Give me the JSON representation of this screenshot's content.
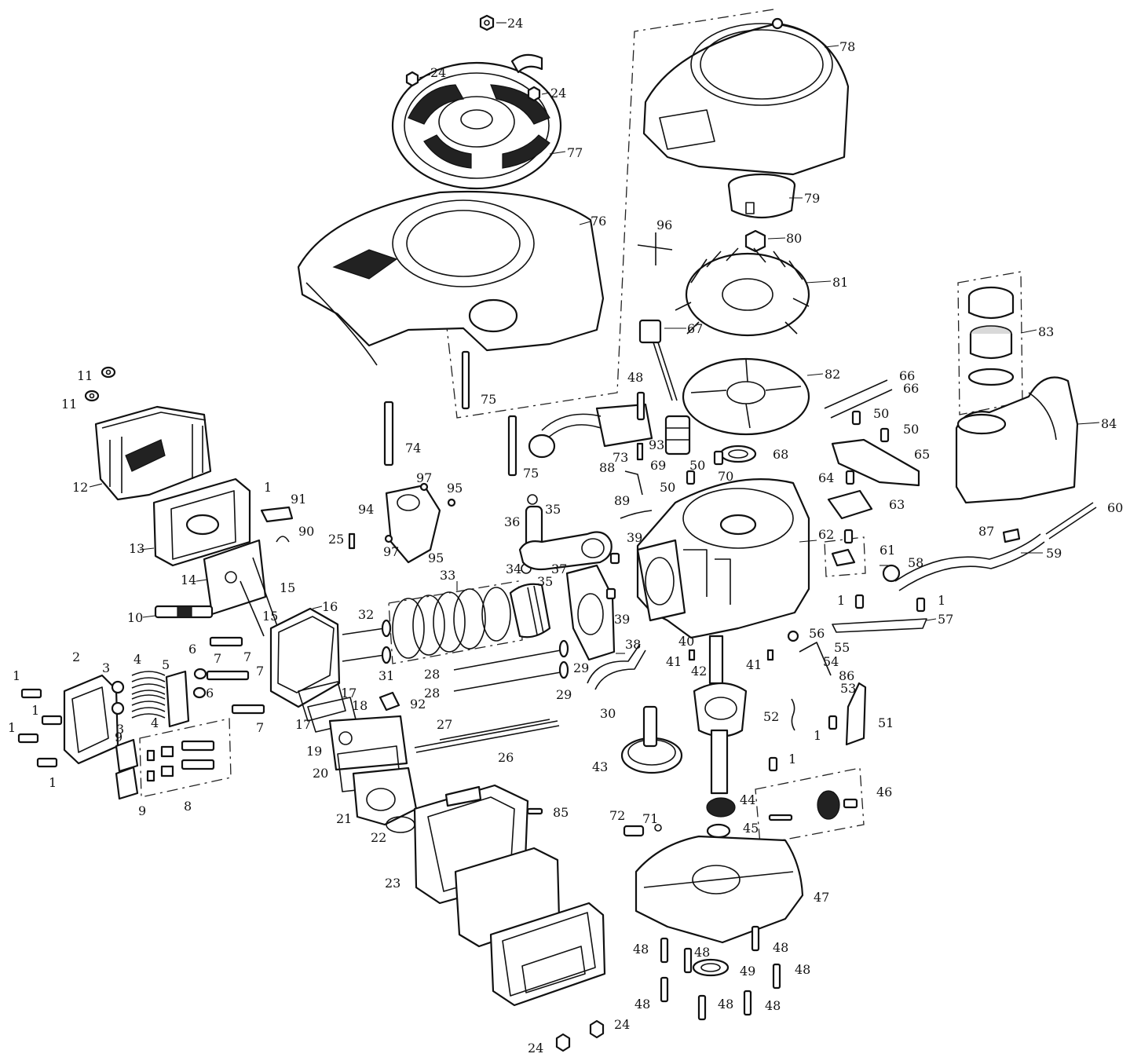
{
  "callouts": [
    {
      "id": "c24a",
      "text": "24"
    },
    {
      "id": "c24b",
      "text": "24"
    },
    {
      "id": "c24c",
      "text": "24"
    },
    {
      "id": "c78",
      "text": "78"
    },
    {
      "id": "c77",
      "text": "77"
    },
    {
      "id": "c76",
      "text": "76"
    },
    {
      "id": "c79",
      "text": "79"
    },
    {
      "id": "c96",
      "text": "96"
    },
    {
      "id": "c80",
      "text": "80"
    },
    {
      "id": "c81",
      "text": "81"
    },
    {
      "id": "c83",
      "text": "83"
    },
    {
      "id": "c67",
      "text": "67"
    },
    {
      "id": "c82",
      "text": "82"
    },
    {
      "id": "c11a",
      "text": "11"
    },
    {
      "id": "c11b",
      "text": "11"
    },
    {
      "id": "c48a",
      "text": "48"
    },
    {
      "id": "c66a",
      "text": "66"
    },
    {
      "id": "c66b",
      "text": "66"
    },
    {
      "id": "c75a",
      "text": "75"
    },
    {
      "id": "c84",
      "text": "84"
    },
    {
      "id": "c50a",
      "text": "50"
    },
    {
      "id": "c50b",
      "text": "50"
    },
    {
      "id": "c74",
      "text": "74"
    },
    {
      "id": "c12",
      "text": "12"
    },
    {
      "id": "c93",
      "text": "93"
    },
    {
      "id": "c73",
      "text": "73"
    },
    {
      "id": "c69",
      "text": "69"
    },
    {
      "id": "c50c",
      "text": "50"
    },
    {
      "id": "c68",
      "text": "68"
    },
    {
      "id": "c65",
      "text": "65"
    },
    {
      "id": "c75b",
      "text": "75"
    },
    {
      "id": "c88",
      "text": "88"
    },
    {
      "id": "c97a",
      "text": "97"
    },
    {
      "id": "c95a",
      "text": "95"
    },
    {
      "id": "c1a",
      "text": "1"
    },
    {
      "id": "c91",
      "text": "91"
    },
    {
      "id": "c50d",
      "text": "50"
    },
    {
      "id": "c70",
      "text": "70"
    },
    {
      "id": "c64",
      "text": "64"
    },
    {
      "id": "c94",
      "text": "94"
    },
    {
      "id": "c35a",
      "text": "35"
    },
    {
      "id": "c89",
      "text": "89"
    },
    {
      "id": "c63",
      "text": "63"
    },
    {
      "id": "c60",
      "text": "60"
    },
    {
      "id": "c13",
      "text": "13"
    },
    {
      "id": "c90",
      "text": "90"
    },
    {
      "id": "c25",
      "text": "25"
    },
    {
      "id": "c36",
      "text": "36"
    },
    {
      "id": "c87",
      "text": "87"
    },
    {
      "id": "c62",
      "text": "62"
    },
    {
      "id": "c97b",
      "text": "97"
    },
    {
      "id": "c95b",
      "text": "95"
    },
    {
      "id": "c39a",
      "text": "39"
    },
    {
      "id": "c61",
      "text": "61"
    },
    {
      "id": "c59",
      "text": "59"
    },
    {
      "id": "c14",
      "text": "14"
    },
    {
      "id": "c33",
      "text": "33"
    },
    {
      "id": "c34",
      "text": "34"
    },
    {
      "id": "c35b",
      "text": "35"
    },
    {
      "id": "c37",
      "text": "37"
    },
    {
      "id": "c58",
      "text": "58"
    },
    {
      "id": "c15a",
      "text": "15"
    },
    {
      "id": "c1b",
      "text": "1"
    },
    {
      "id": "c1c",
      "text": "1"
    },
    {
      "id": "c10",
      "text": "10"
    },
    {
      "id": "c15b",
      "text": "15"
    },
    {
      "id": "c16",
      "text": "16"
    },
    {
      "id": "c32",
      "text": "32"
    },
    {
      "id": "c39b",
      "text": "39"
    },
    {
      "id": "c57",
      "text": "57"
    },
    {
      "id": "c56",
      "text": "56"
    },
    {
      "id": "c38",
      "text": "38"
    },
    {
      "id": "c40",
      "text": "40"
    },
    {
      "id": "c55",
      "text": "55"
    },
    {
      "id": "c6a",
      "text": "6"
    },
    {
      "id": "c7a",
      "text": "7"
    },
    {
      "id": "c2",
      "text": "2"
    },
    {
      "id": "c5",
      "text": "5"
    },
    {
      "id": "c3a",
      "text": "3"
    },
    {
      "id": "c4a",
      "text": "4"
    },
    {
      "id": "c7b",
      "text": "7"
    },
    {
      "id": "c31",
      "text": "31"
    },
    {
      "id": "c29a",
      "text": "29"
    },
    {
      "id": "c41a",
      "text": "41"
    },
    {
      "id": "c42",
      "text": "42"
    },
    {
      "id": "c41b",
      "text": "41"
    },
    {
      "id": "c54",
      "text": "54"
    },
    {
      "id": "c1d",
      "text": "1"
    },
    {
      "id": "c28a",
      "text": "28"
    },
    {
      "id": "c7c",
      "text": "7"
    },
    {
      "id": "c17a",
      "text": "17"
    },
    {
      "id": "c6b",
      "text": "6"
    },
    {
      "id": "c86",
      "text": "86"
    },
    {
      "id": "c53",
      "text": "53"
    },
    {
      "id": "c28b",
      "text": "28"
    },
    {
      "id": "c29b",
      "text": "29"
    },
    {
      "id": "c18",
      "text": "18"
    },
    {
      "id": "c1e",
      "text": "1"
    },
    {
      "id": "c3b",
      "text": "3"
    },
    {
      "id": "c4b",
      "text": "4"
    },
    {
      "id": "c92",
      "text": "92"
    },
    {
      "id": "c7d",
      "text": "7"
    },
    {
      "id": "c17b",
      "text": "17"
    },
    {
      "id": "c30",
      "text": "30"
    },
    {
      "id": "c52",
      "text": "52"
    },
    {
      "id": "c51",
      "text": "51"
    },
    {
      "id": "c1f",
      "text": "1"
    },
    {
      "id": "c9a",
      "text": "9"
    },
    {
      "id": "c27",
      "text": "27"
    },
    {
      "id": "c19",
      "text": "19"
    },
    {
      "id": "c1g",
      "text": "1"
    },
    {
      "id": "c26",
      "text": "26"
    },
    {
      "id": "c43",
      "text": "43"
    },
    {
      "id": "c1h",
      "text": "1"
    },
    {
      "id": "c20",
      "text": "20"
    },
    {
      "id": "c1i",
      "text": "1"
    },
    {
      "id": "c8",
      "text": "8"
    },
    {
      "id": "c9b",
      "text": "9"
    },
    {
      "id": "c46",
      "text": "46"
    },
    {
      "id": "c44",
      "text": "44"
    },
    {
      "id": "c85",
      "text": "85"
    },
    {
      "id": "c21",
      "text": "21"
    },
    {
      "id": "c72",
      "text": "72"
    },
    {
      "id": "c71",
      "text": "71"
    },
    {
      "id": "c45",
      "text": "45"
    },
    {
      "id": "c22",
      "text": "22"
    },
    {
      "id": "c23",
      "text": "23"
    },
    {
      "id": "c47",
      "text": "47"
    },
    {
      "id": "c48b",
      "text": "48"
    },
    {
      "id": "c48c",
      "text": "48"
    },
    {
      "id": "c48d",
      "text": "48"
    },
    {
      "id": "c49",
      "text": "49"
    },
    {
      "id": "c48e",
      "text": "48"
    },
    {
      "id": "c48f",
      "text": "48"
    },
    {
      "id": "c48g",
      "text": "48"
    },
    {
      "id": "c48h",
      "text": "48"
    },
    {
      "id": "c24d",
      "text": "24"
    },
    {
      "id": "c24e",
      "text": "24"
    }
  ]
}
